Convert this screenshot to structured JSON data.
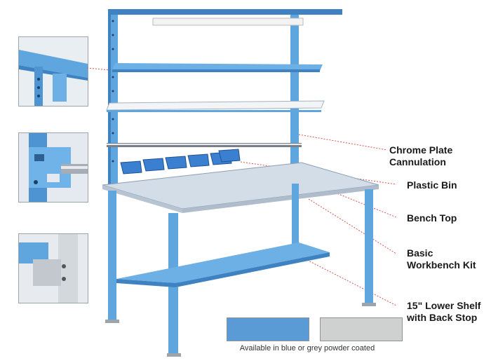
{
  "callouts": [
    {
      "id": "chrome-plate-cannulation",
      "lines": [
        "Chrome Plate",
        "Cannulation"
      ]
    },
    {
      "id": "plastic-bin",
      "lines": [
        "Plastic Bin"
      ]
    },
    {
      "id": "bench-top",
      "lines": [
        "Bench Top"
      ]
    },
    {
      "id": "basic-workbench-kit",
      "lines": [
        "Basic",
        "Workbench Kit"
      ]
    },
    {
      "id": "lower-shelf",
      "lines": [
        "15\" Lower Shelf",
        "with Back Stop"
      ]
    }
  ],
  "swatches": [
    {
      "name": "blue",
      "color": "#5b9bd5"
    },
    {
      "name": "grey",
      "color": "#cfd1d0"
    }
  ],
  "caption": "Available in blue or grey powder coated",
  "colors": {
    "frame_blue": "#5fa6df",
    "frame_blue_dark": "#3f82c2",
    "shelf_white": "#f3f4f6",
    "top_grey": "#cfd8e3",
    "leader_red": "#d9534f",
    "chrome": "#7b8088"
  }
}
